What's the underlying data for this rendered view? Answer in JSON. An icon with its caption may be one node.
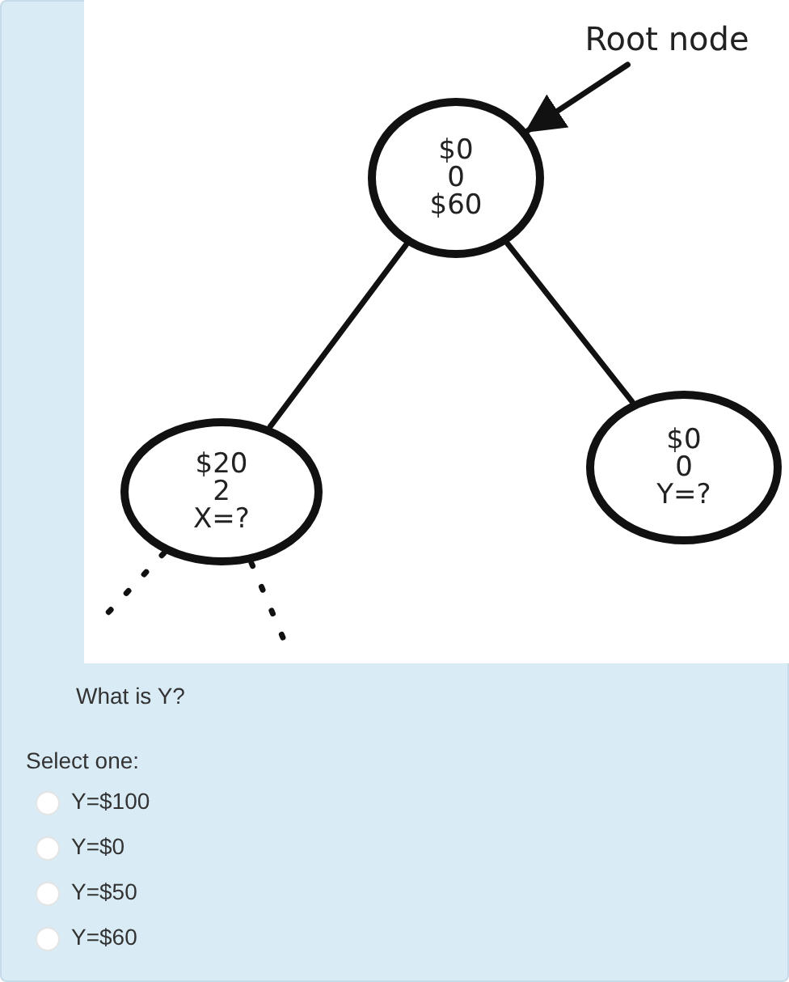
{
  "diagram": {
    "nodes": [
      {
        "text": [
          "Root node"
        ]
      },
      {
        "text": [
          "$0",
          "0",
          "$60"
        ]
      },
      {
        "text": [
          "$20",
          "2",
          "X=?"
        ]
      },
      {
        "text": [
          "$0",
          "0",
          "Y=?"
        ]
      }
    ],
    "edges": [
      {
        "from": 0,
        "to": 1,
        "arrow": "to"
      },
      {
        "from": 1,
        "to": 2,
        "arrow": "none"
      },
      {
        "from": 1,
        "to": 3,
        "arrow": "none"
      },
      {
        "from": 2,
        "to": null,
        "arrow": "none",
        "style": "dashed"
      },
      {
        "from": 2,
        "to": null,
        "arrow": "none",
        "style": "dashed"
      }
    ],
    "labels": [
      "What is Y?",
      "Select one:",
      "Y=$100",
      "Y=$0",
      "Y=$50",
      "Y=$60"
    ]
  }
}
